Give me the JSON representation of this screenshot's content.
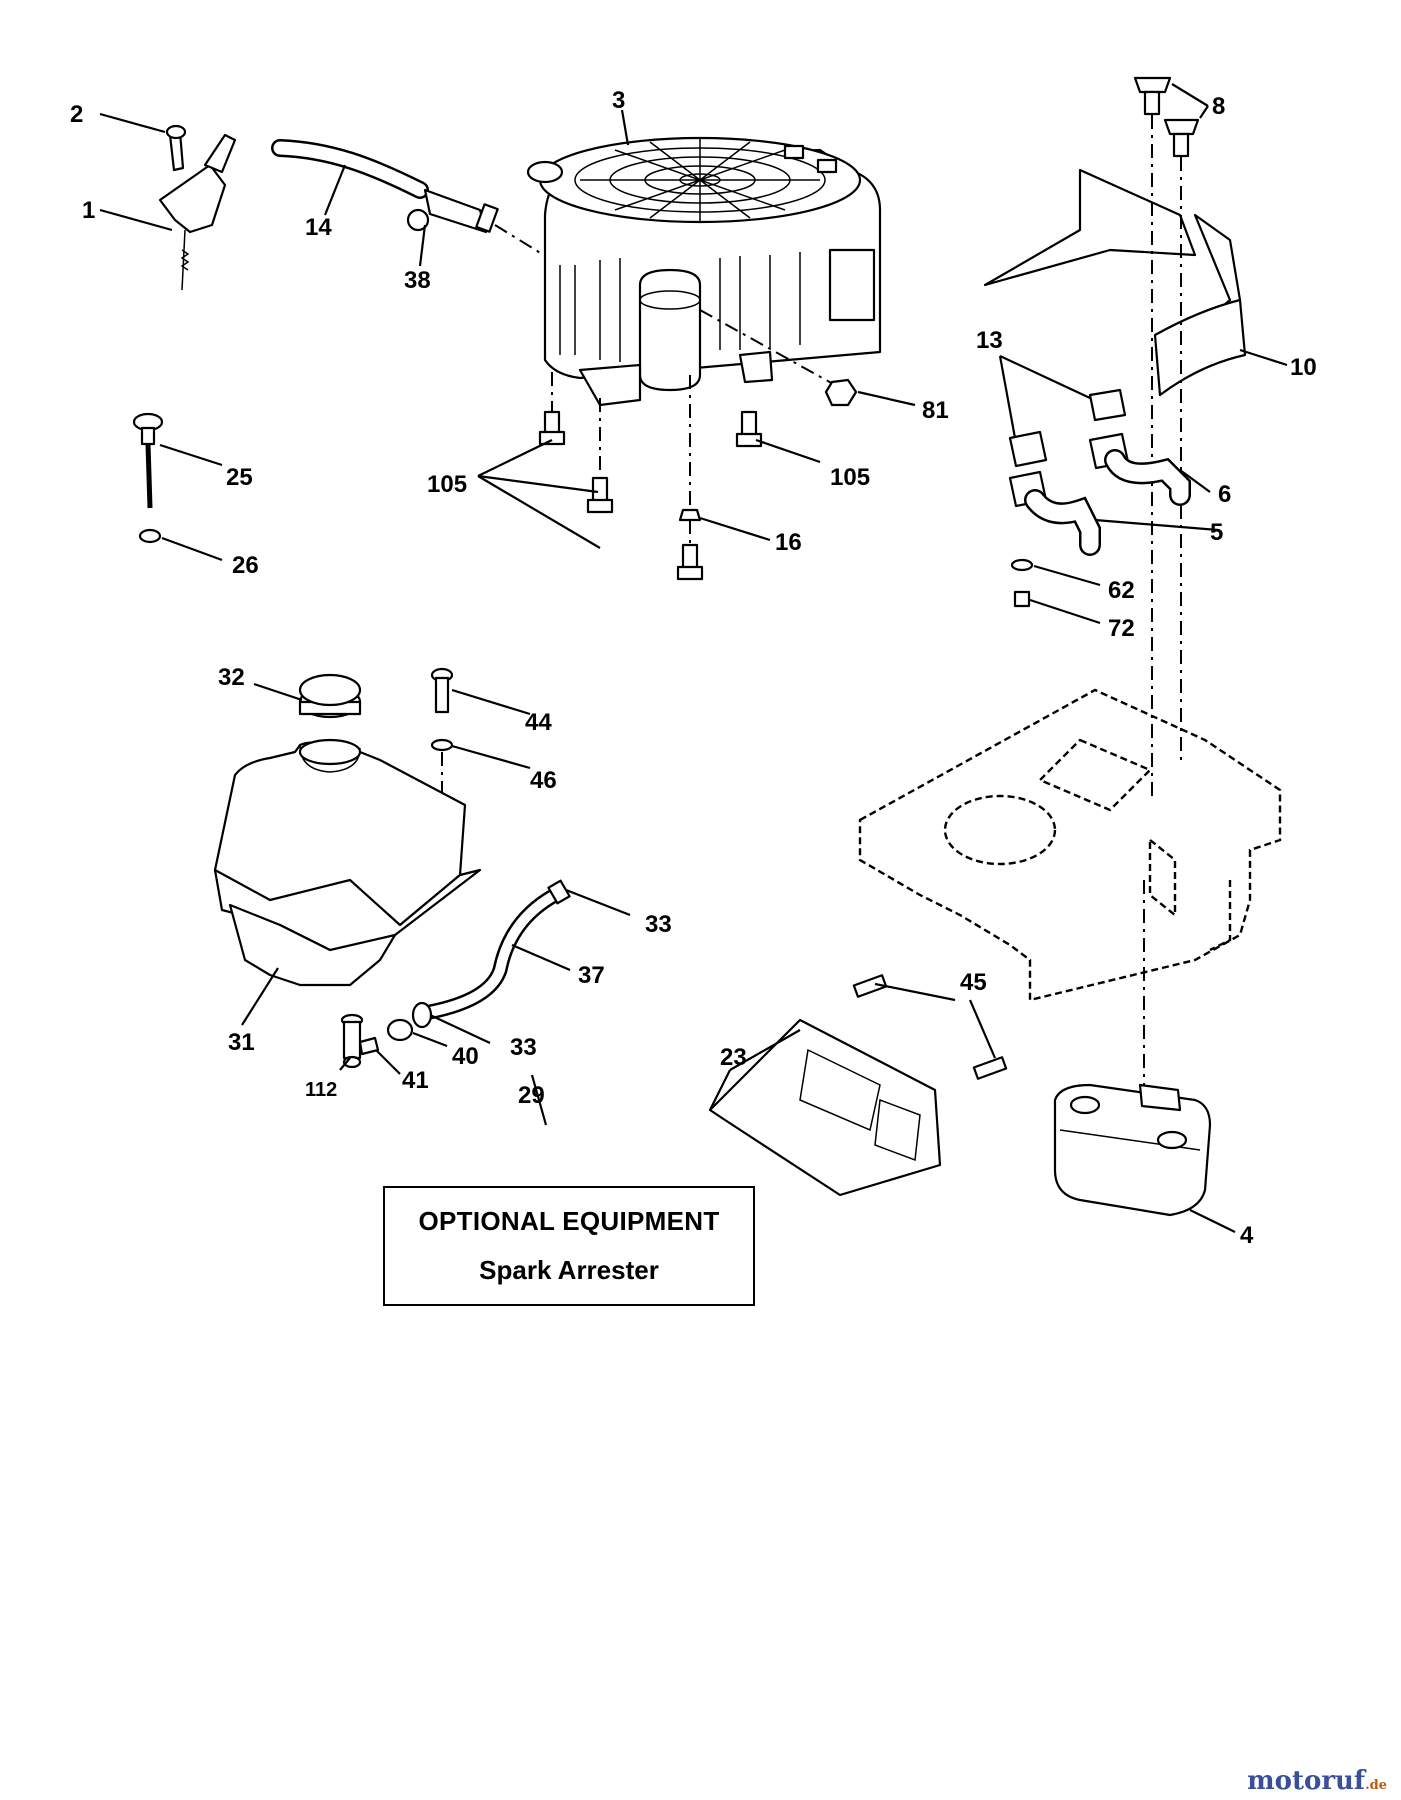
{
  "callouts": [
    {
      "id": "1",
      "text": "1"
    },
    {
      "id": "2",
      "text": "2"
    },
    {
      "id": "3",
      "text": "3"
    },
    {
      "id": "4",
      "text": "4"
    },
    {
      "id": "5",
      "text": "5"
    },
    {
      "id": "6",
      "text": "6"
    },
    {
      "id": "8",
      "text": "8"
    },
    {
      "id": "10",
      "text": "10"
    },
    {
      "id": "13",
      "text": "13"
    },
    {
      "id": "14",
      "text": "14"
    },
    {
      "id": "16",
      "text": "16"
    },
    {
      "id": "23",
      "text": "23"
    },
    {
      "id": "25",
      "text": "25"
    },
    {
      "id": "26",
      "text": "26"
    },
    {
      "id": "29",
      "text": "29"
    },
    {
      "id": "31",
      "text": "31"
    },
    {
      "id": "32",
      "text": "32"
    },
    {
      "id": "33a",
      "text": "33"
    },
    {
      "id": "33b",
      "text": "33"
    },
    {
      "id": "37",
      "text": "37"
    },
    {
      "id": "38",
      "text": "38"
    },
    {
      "id": "40",
      "text": "40"
    },
    {
      "id": "41",
      "text": "41"
    },
    {
      "id": "44",
      "text": "44"
    },
    {
      "id": "45",
      "text": "45"
    },
    {
      "id": "46",
      "text": "46"
    },
    {
      "id": "62",
      "text": "62"
    },
    {
      "id": "72",
      "text": "72"
    },
    {
      "id": "81",
      "text": "81"
    },
    {
      "id": "105a",
      "text": "105"
    },
    {
      "id": "105b",
      "text": "105"
    },
    {
      "id": "112",
      "text": "112"
    }
  ],
  "optional_box": {
    "line1": "OPTIONAL EQUIPMENT",
    "line2": "Spark Arrester"
  },
  "watermark": {
    "main": "motoruf",
    "tld": ".de"
  },
  "colors": {
    "ink": "#000000",
    "watermark_main": "#3a4e9a",
    "watermark_tld": "#c05a10"
  }
}
